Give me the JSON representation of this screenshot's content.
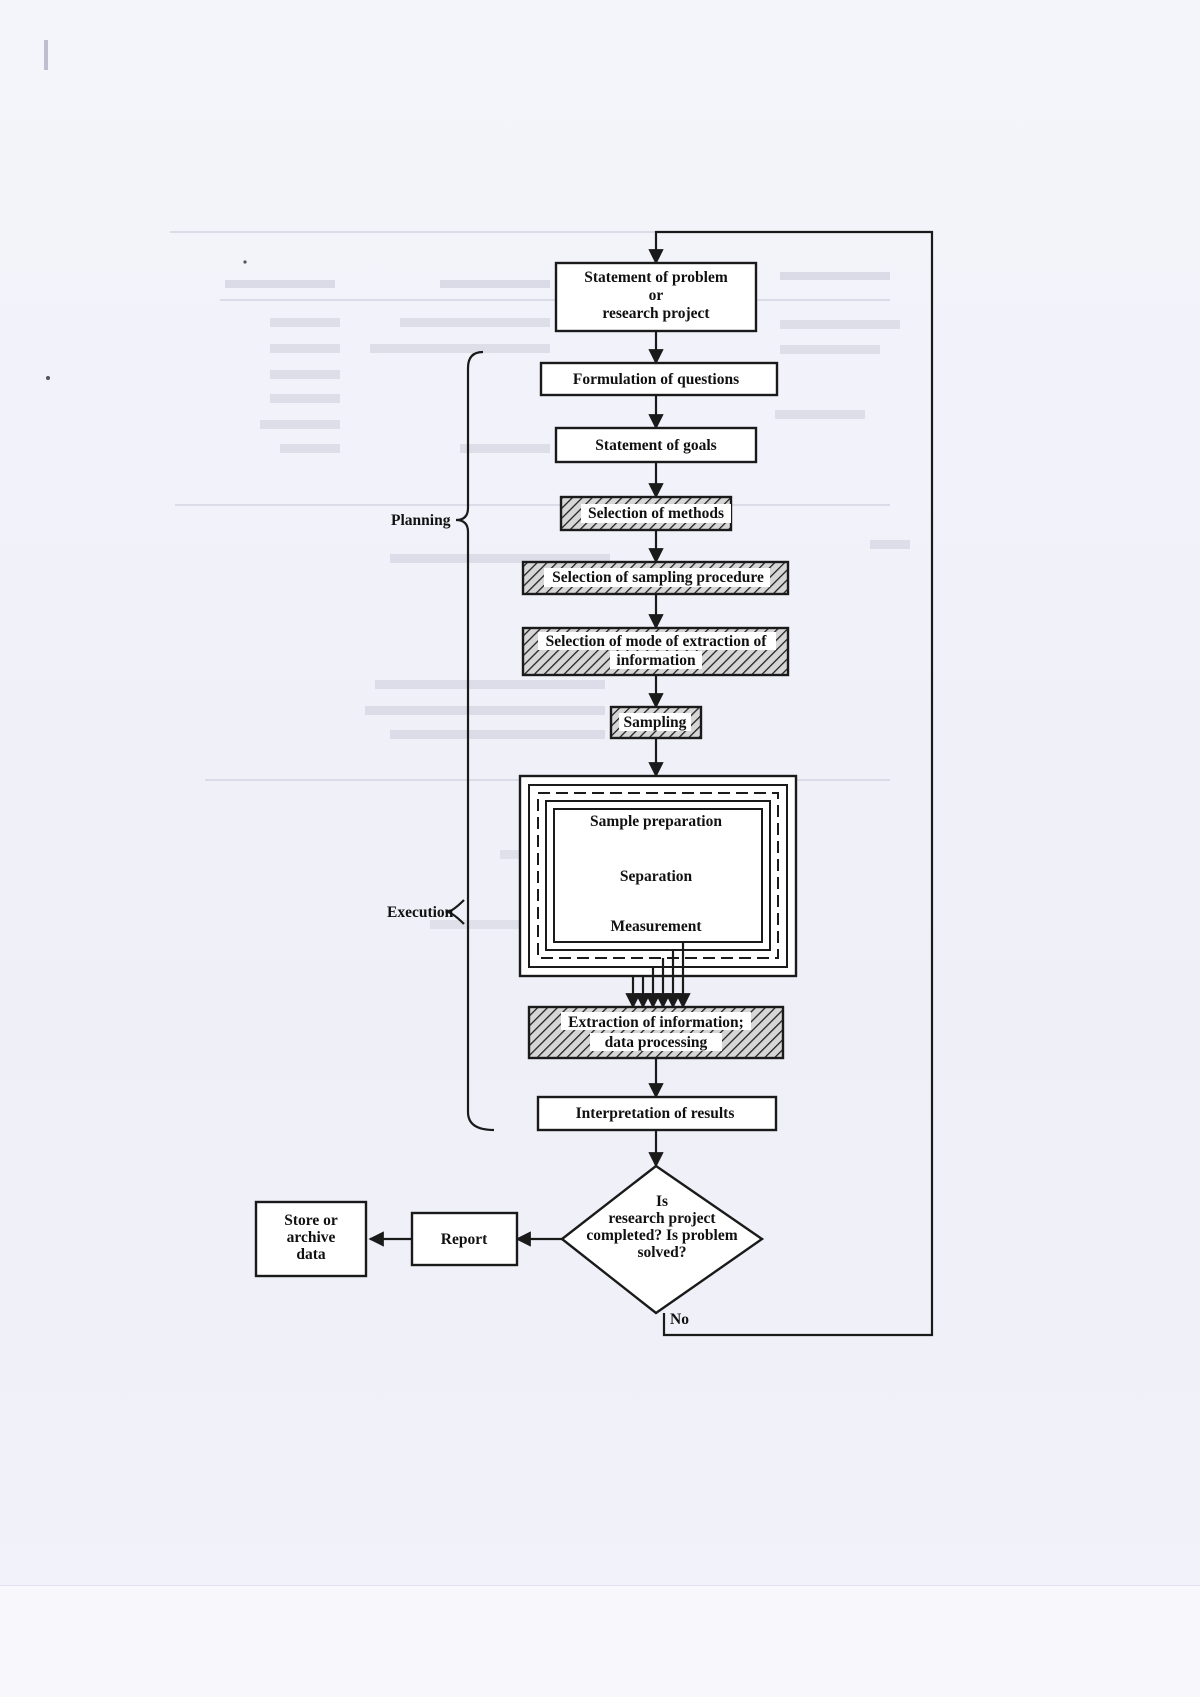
{
  "diagram": {
    "nodes": {
      "statement_problem": [
        "Statement of problem",
        "or",
        "research project"
      ],
      "formulation_questions": [
        "Formulation of questions"
      ],
      "statement_goals": [
        "Statement of goals"
      ],
      "selection_methods": [
        "Selection of methods"
      ],
      "selection_sampling": [
        "Selection of sampling procedure"
      ],
      "selection_mode": [
        "Selection of mode of extraction of",
        "information"
      ],
      "sampling": [
        "Sampling"
      ],
      "sample_preparation": [
        "Sample preparation"
      ],
      "separation": [
        "Separation"
      ],
      "measurement": [
        "Measurement"
      ],
      "extraction": [
        "Extraction of information;",
        "data processing"
      ],
      "interpretation": [
        "Interpretation of results"
      ],
      "decision": [
        "Is",
        "research project",
        "completed?  Is problem",
        "solved?"
      ],
      "report": [
        "Report"
      ],
      "store": [
        "Store or",
        "archive",
        "data"
      ]
    },
    "brackets": {
      "planning": "Planning",
      "execution": "Execution"
    },
    "edge_labels": {
      "no": "No"
    }
  }
}
